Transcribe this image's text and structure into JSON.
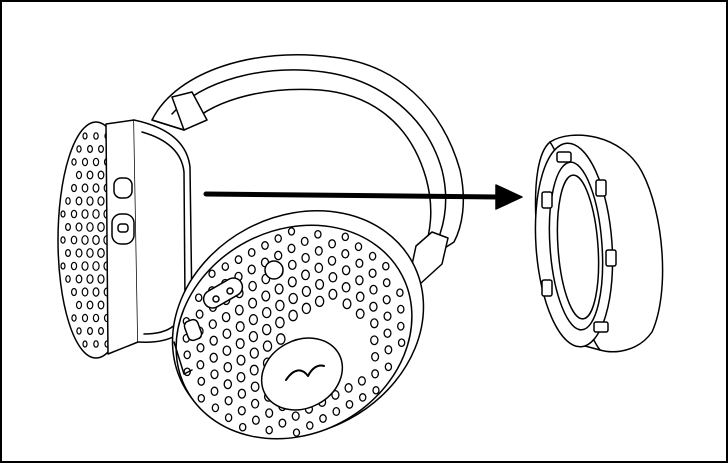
{
  "diagram": {
    "colors": {
      "line": "#000000",
      "background": "#ffffff"
    },
    "elements": [
      {
        "name": "headphones",
        "kind": "over-ear headphones"
      },
      {
        "name": "arrow",
        "kind": "direction arrow pointing right"
      },
      {
        "name": "ear-cushion",
        "kind": "detached ear pad"
      }
    ]
  }
}
